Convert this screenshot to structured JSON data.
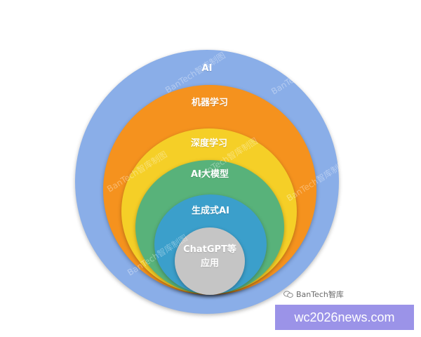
{
  "diagram": {
    "rings": [
      {
        "label": "AI",
        "color": "#8aaee8"
      },
      {
        "label": "机器学习",
        "color": "#f5921e"
      },
      {
        "label": "深度学习",
        "color": "#f5cf27"
      },
      {
        "label": "AI大模型",
        "color": "#58b27a"
      },
      {
        "label": "生成式AI",
        "color": "#3b9fcb"
      },
      {
        "label": "ChatGPT等\n应用",
        "color": "#c5c5c5"
      }
    ]
  },
  "watermark": {
    "text": "BanTech智库制图"
  },
  "credit": {
    "text": "BanTech智库"
  },
  "banner": {
    "text": "wc2026news.com",
    "color": "#9b93e8"
  }
}
